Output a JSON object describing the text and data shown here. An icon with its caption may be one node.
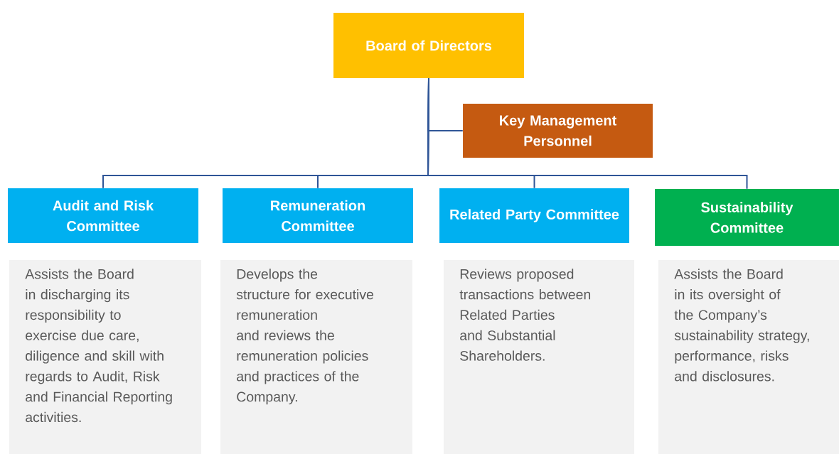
{
  "diagram": {
    "nodes": [
      {
        "text": [
          "Board of Directors"
        ]
      },
      {
        "text": [
          "Key Management Personnel"
        ]
      },
      {
        "text": [
          "Audit and Risk Committee"
        ]
      },
      {
        "text": [
          "Assists the Board in discharging its responsibility to exercise due care, diligence and skill with regards to Audit, Risk and Financial Reporting activities."
        ]
      },
      {
        "text": [
          "Remuneration Committee"
        ]
      },
      {
        "text": [
          "Develops the structure for executive remuneration and reviews the remuneration policies and practices of the Company."
        ]
      },
      {
        "text": [
          "Related Party Committee"
        ]
      },
      {
        "text": [
          "Reviews proposed transactions between Related Parties and Substantial Shareholders."
        ]
      },
      {
        "text": [
          "Sustainability Committee"
        ]
      },
      {
        "text": [
          "Assists the Board in its oversight of the Company’s sustainability strategy, performance, risks and disclosures."
        ]
      }
    ],
    "edges": [
      {
        "from": 0,
        "to": 1,
        "arrow": "none"
      },
      {
        "from": 0,
        "to": 2,
        "arrow": "none"
      },
      {
        "from": 0,
        "to": 4,
        "arrow": "none"
      },
      {
        "from": 0,
        "to": 6,
        "arrow": "none"
      },
      {
        "from": 0,
        "to": 8,
        "arrow": "none"
      }
    ]
  }
}
